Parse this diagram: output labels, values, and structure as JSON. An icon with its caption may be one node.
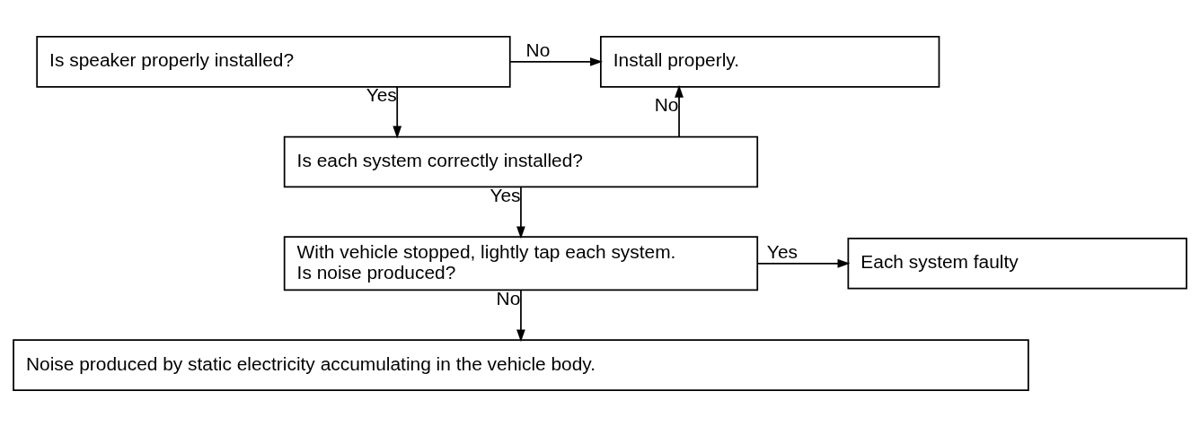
{
  "diagram": {
    "nodes": [
      {
        "text": [
          "Is speaker properly installed?"
        ]
      },
      {
        "text": [
          "Install properly."
        ]
      },
      {
        "text": [
          "Is each system correctly installed?"
        ]
      },
      {
        "text": [
          "With vehicle stopped, lightly tap each system. Is noise produced?"
        ]
      },
      {
        "text": [
          "Each system faulty"
        ]
      },
      {
        "text": [
          "Noise produced by static electricity accumulating in the vehicle body."
        ]
      }
    ],
    "edges": [
      {
        "from": 0,
        "to": 1,
        "arrow": "to",
        "label": "No"
      },
      {
        "from": 0,
        "to": 2,
        "arrow": "to",
        "label": "Yes"
      },
      {
        "from": 2,
        "to": 1,
        "arrow": "to",
        "label": "No"
      },
      {
        "from": 2,
        "to": 3,
        "arrow": "to",
        "label": "Yes"
      },
      {
        "from": 3,
        "to": 4,
        "arrow": "to",
        "label": "Yes"
      },
      {
        "from": 3,
        "to": 5,
        "arrow": "to",
        "label": "No"
      }
    ]
  }
}
